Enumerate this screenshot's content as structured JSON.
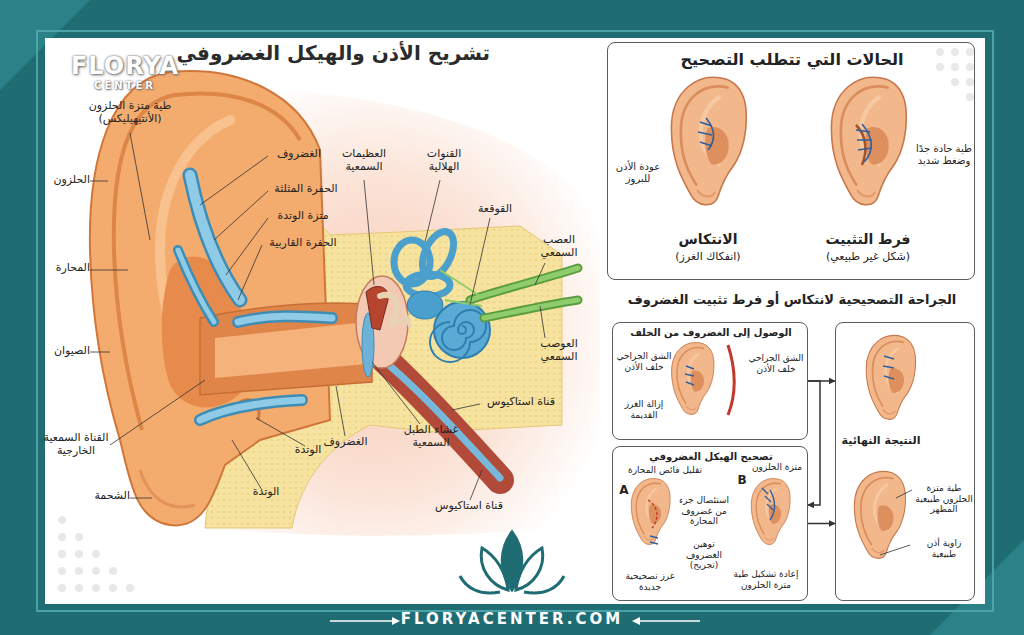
{
  "diagram": {
    "title": "تشريح الأذن والهيكل الغضروفي",
    "nodes": [
      {
        "text": [
          "الحالات التي تتطلب التصحيح",
          "عودة الأذن للبروز",
          "الانتكاس",
          "(انفكاك الغرز)",
          "طية حادة جدًا وضغط شديد",
          "فرط التثبيت",
          "(شكل غير طبيعي)"
        ]
      },
      {
        "text": [
          "الوصول إلى الغضروف من الخلف",
          "الشق الجراحي خلف الأذن",
          "إزالة الغرز القديمة",
          "الشق الجراحي خلف الأذن"
        ]
      },
      {
        "text": [
          "تصحيح الهيكل الغضروفي",
          "A",
          "تقليل فائض المحارة",
          "استئصال جزء من غضروف المحارة",
          "غرز تصحيحية جديدة",
          "B",
          "متزة الحلزون",
          "توهين الغضروف (تجريح)",
          "إعادة تشكيل طية متزة الحلزون"
        ]
      },
      {
        "text": [
          "النتيجة النهائية",
          "طية متزة الحلزون طبيعية المظهر",
          "زاوية أذن طبيعية"
        ]
      }
    ],
    "edges": [
      {
        "from": 1,
        "to": 3,
        "arrow": "to"
      },
      {
        "from": 1,
        "to": 2,
        "arrow": "to"
      },
      {
        "from": 2,
        "to": 3,
        "arrow": "to"
      }
    ],
    "labels": [
      "طية متزة الحلزون (الأنتيهيليكس)",
      "الحلزون",
      "المحارة",
      "الصيوان",
      "القناة السمعية الخارجية",
      "الشحمة",
      "الغضروف",
      "الحفرة المثلثة",
      "متزة الوتدة",
      "الحفرة القاربية",
      "العظيمات السمعية",
      "القنوات الهلالية",
      "القوقعة",
      "العصب السمعي",
      "العوصب السمعي",
      "قناة استاكيوس",
      "غشاء الطبل السمعية",
      "الغضروف",
      "الوتدة",
      "الوتدة",
      "قناة استاكيوس",
      "الجراحة التصحيحية لانتكاس أو فرط تثبيت الغضروف",
      "FLORYA",
      "CENTER",
      "FLORYACENTER.COM"
    ]
  }
}
